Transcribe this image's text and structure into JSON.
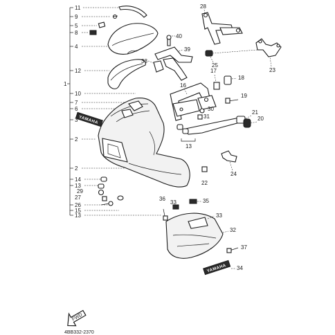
{
  "diagram": {
    "drawing_code": "4BB332-2370",
    "assembly_label": "1",
    "brand_text": "YAMAHA",
    "front_arrow_text": "FWD",
    "colors": {
      "ink": "#1a1a1a",
      "paper": "#ffffff"
    },
    "callouts": {
      "c11": "11",
      "c9": "9",
      "c5": "5",
      "c8": "8",
      "c4": "4",
      "c12": "12",
      "c10": "10",
      "c7": "7",
      "c6": "6",
      "c3": "3",
      "c2a": "2",
      "c2b": "2",
      "c14": "14",
      "c13a": "13",
      "c29": "29",
      "c27": "27",
      "c26": "26",
      "c15": "15",
      "c13b": "13",
      "c28": "28",
      "c40": "40",
      "c39": "39",
      "c38": "38",
      "c25": "25",
      "c23": "23",
      "c17": "17",
      "c18": "18",
      "c16": "16",
      "c19": "19",
      "c30": "30",
      "c31": "31",
      "c21": "21",
      "c20": "20",
      "c13c": "13",
      "c22": "22",
      "c24": "24",
      "c36": "36",
      "c33a": "33",
      "c35": "35",
      "c33b": "33",
      "c32": "32",
      "c37": "37",
      "c34": "34"
    }
  }
}
